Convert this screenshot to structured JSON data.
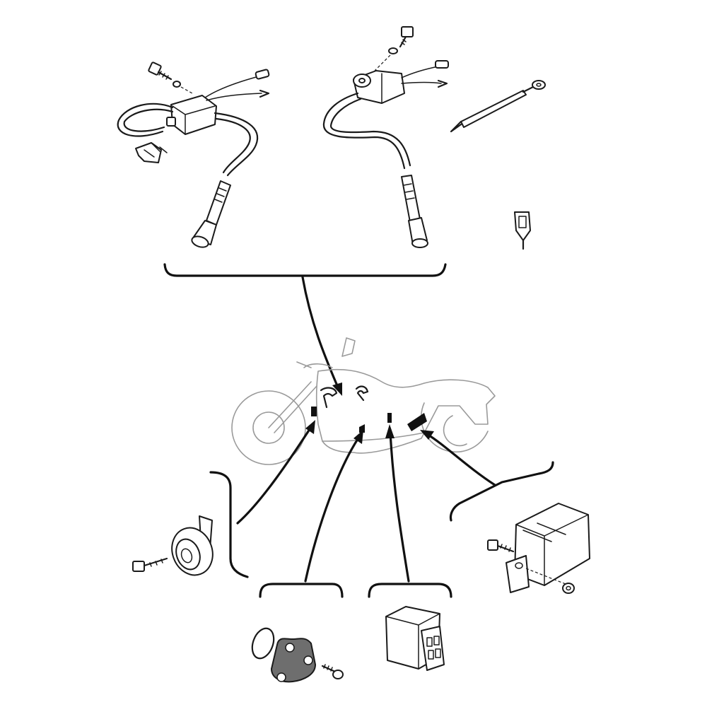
{
  "diagram": {
    "parts": [
      {
        "id": "ignition-coil-front",
        "icon": "ignition-coil-icon"
      },
      {
        "id": "ignition-coil-rear",
        "icon": "ignition-coil-icon"
      },
      {
        "id": "spark-plug-lead",
        "icon": "wire-lead-icon"
      },
      {
        "id": "wire-clamp",
        "icon": "clip-icon"
      },
      {
        "id": "horn",
        "icon": "horn-icon"
      },
      {
        "id": "sensor-cover",
        "icon": "cover-plate-icon"
      },
      {
        "id": "relay",
        "icon": "relay-icon"
      },
      {
        "id": "regulator-rectifier",
        "icon": "regulator-icon"
      }
    ],
    "colors": {
      "ink": "#1a1a1a",
      "outline": "#9a9a9a",
      "background": "#ffffff",
      "plate_fill": "#6e6e6e"
    }
  }
}
